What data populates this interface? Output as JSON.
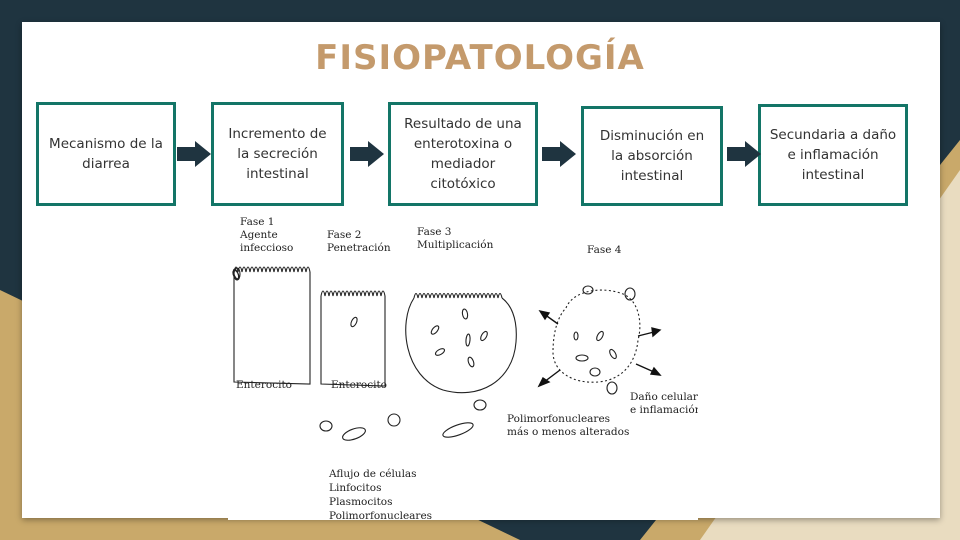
{
  "slide": {
    "title": "FISIOPATOLOGÍA",
    "title_color": "#c49a6c",
    "box_border_color": "#137567",
    "arrow_color": "#1f3440",
    "background_dark": "#1f3440",
    "background_gold": "#c9a96a"
  },
  "flow_boxes": [
    "Mecanismo de la diarrea",
    "Incremento de la secreción intestinal",
    "Resultado de una enterotoxina o mediador citotóxico",
    "Disminución en la absorción intestinal",
    "Secundaria a daño e inflamación intestinal"
  ],
  "figure": {
    "phase1": [
      "Fase 1",
      "Agente",
      "infeccioso"
    ],
    "phase2": [
      "Fase 2",
      "Penetración"
    ],
    "phase3": [
      "Fase 3",
      "Multiplicación"
    ],
    "phase4": "Fase 4",
    "enterocyte_label_1": "Enterocito",
    "enterocyte_label_2": "Enterocito",
    "polymorph_note": [
      "Polimorfonucleares",
      "más o menos alterados"
    ],
    "damage_note": [
      "Daño celular",
      "e inflamación"
    ],
    "influx_note": [
      "Aflujo de células",
      "Linfocitos",
      "Plasmocitos",
      "Polimorfonucleares"
    ]
  }
}
